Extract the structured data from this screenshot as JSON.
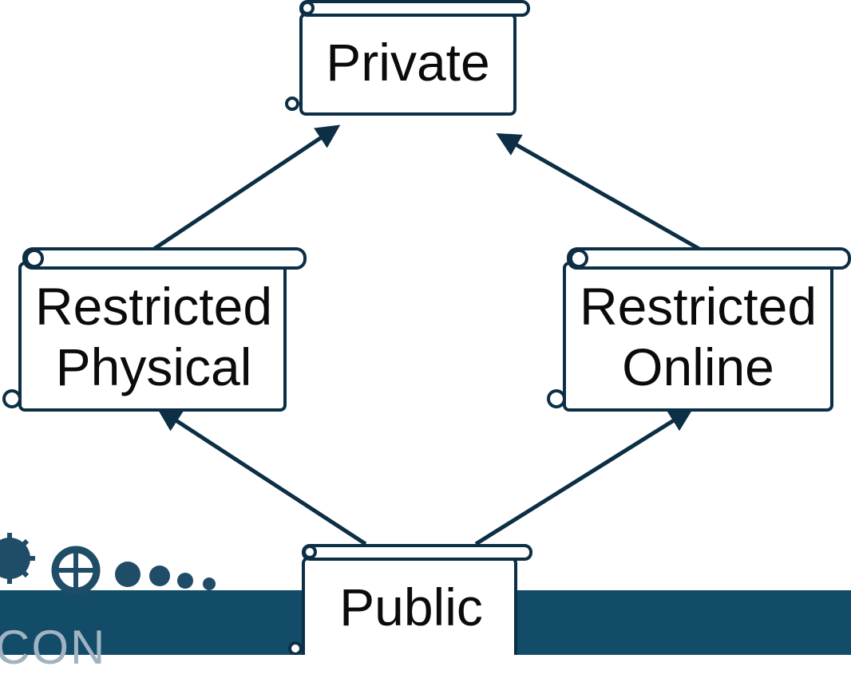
{
  "diagram": {
    "nodes": {
      "private": {
        "label": "Private"
      },
      "restricted_physical": {
        "line1": "Restricted",
        "line2": "Physical"
      },
      "restricted_online": {
        "line1": "Restricted",
        "line2": "Online"
      },
      "public": {
        "label": "Public"
      }
    },
    "edges": [
      {
        "from": "public",
        "to": "restricted_physical"
      },
      {
        "from": "public",
        "to": "restricted_online"
      },
      {
        "from": "restricted_physical",
        "to": "private"
      },
      {
        "from": "restricted_online",
        "to": "private"
      }
    ]
  },
  "branding": {
    "logo_fragment": "CON"
  },
  "colors": {
    "line": "#0c2f45",
    "band": "#124c68",
    "scroll_fill": "#ffffff",
    "logo": "#9fb3c1"
  }
}
